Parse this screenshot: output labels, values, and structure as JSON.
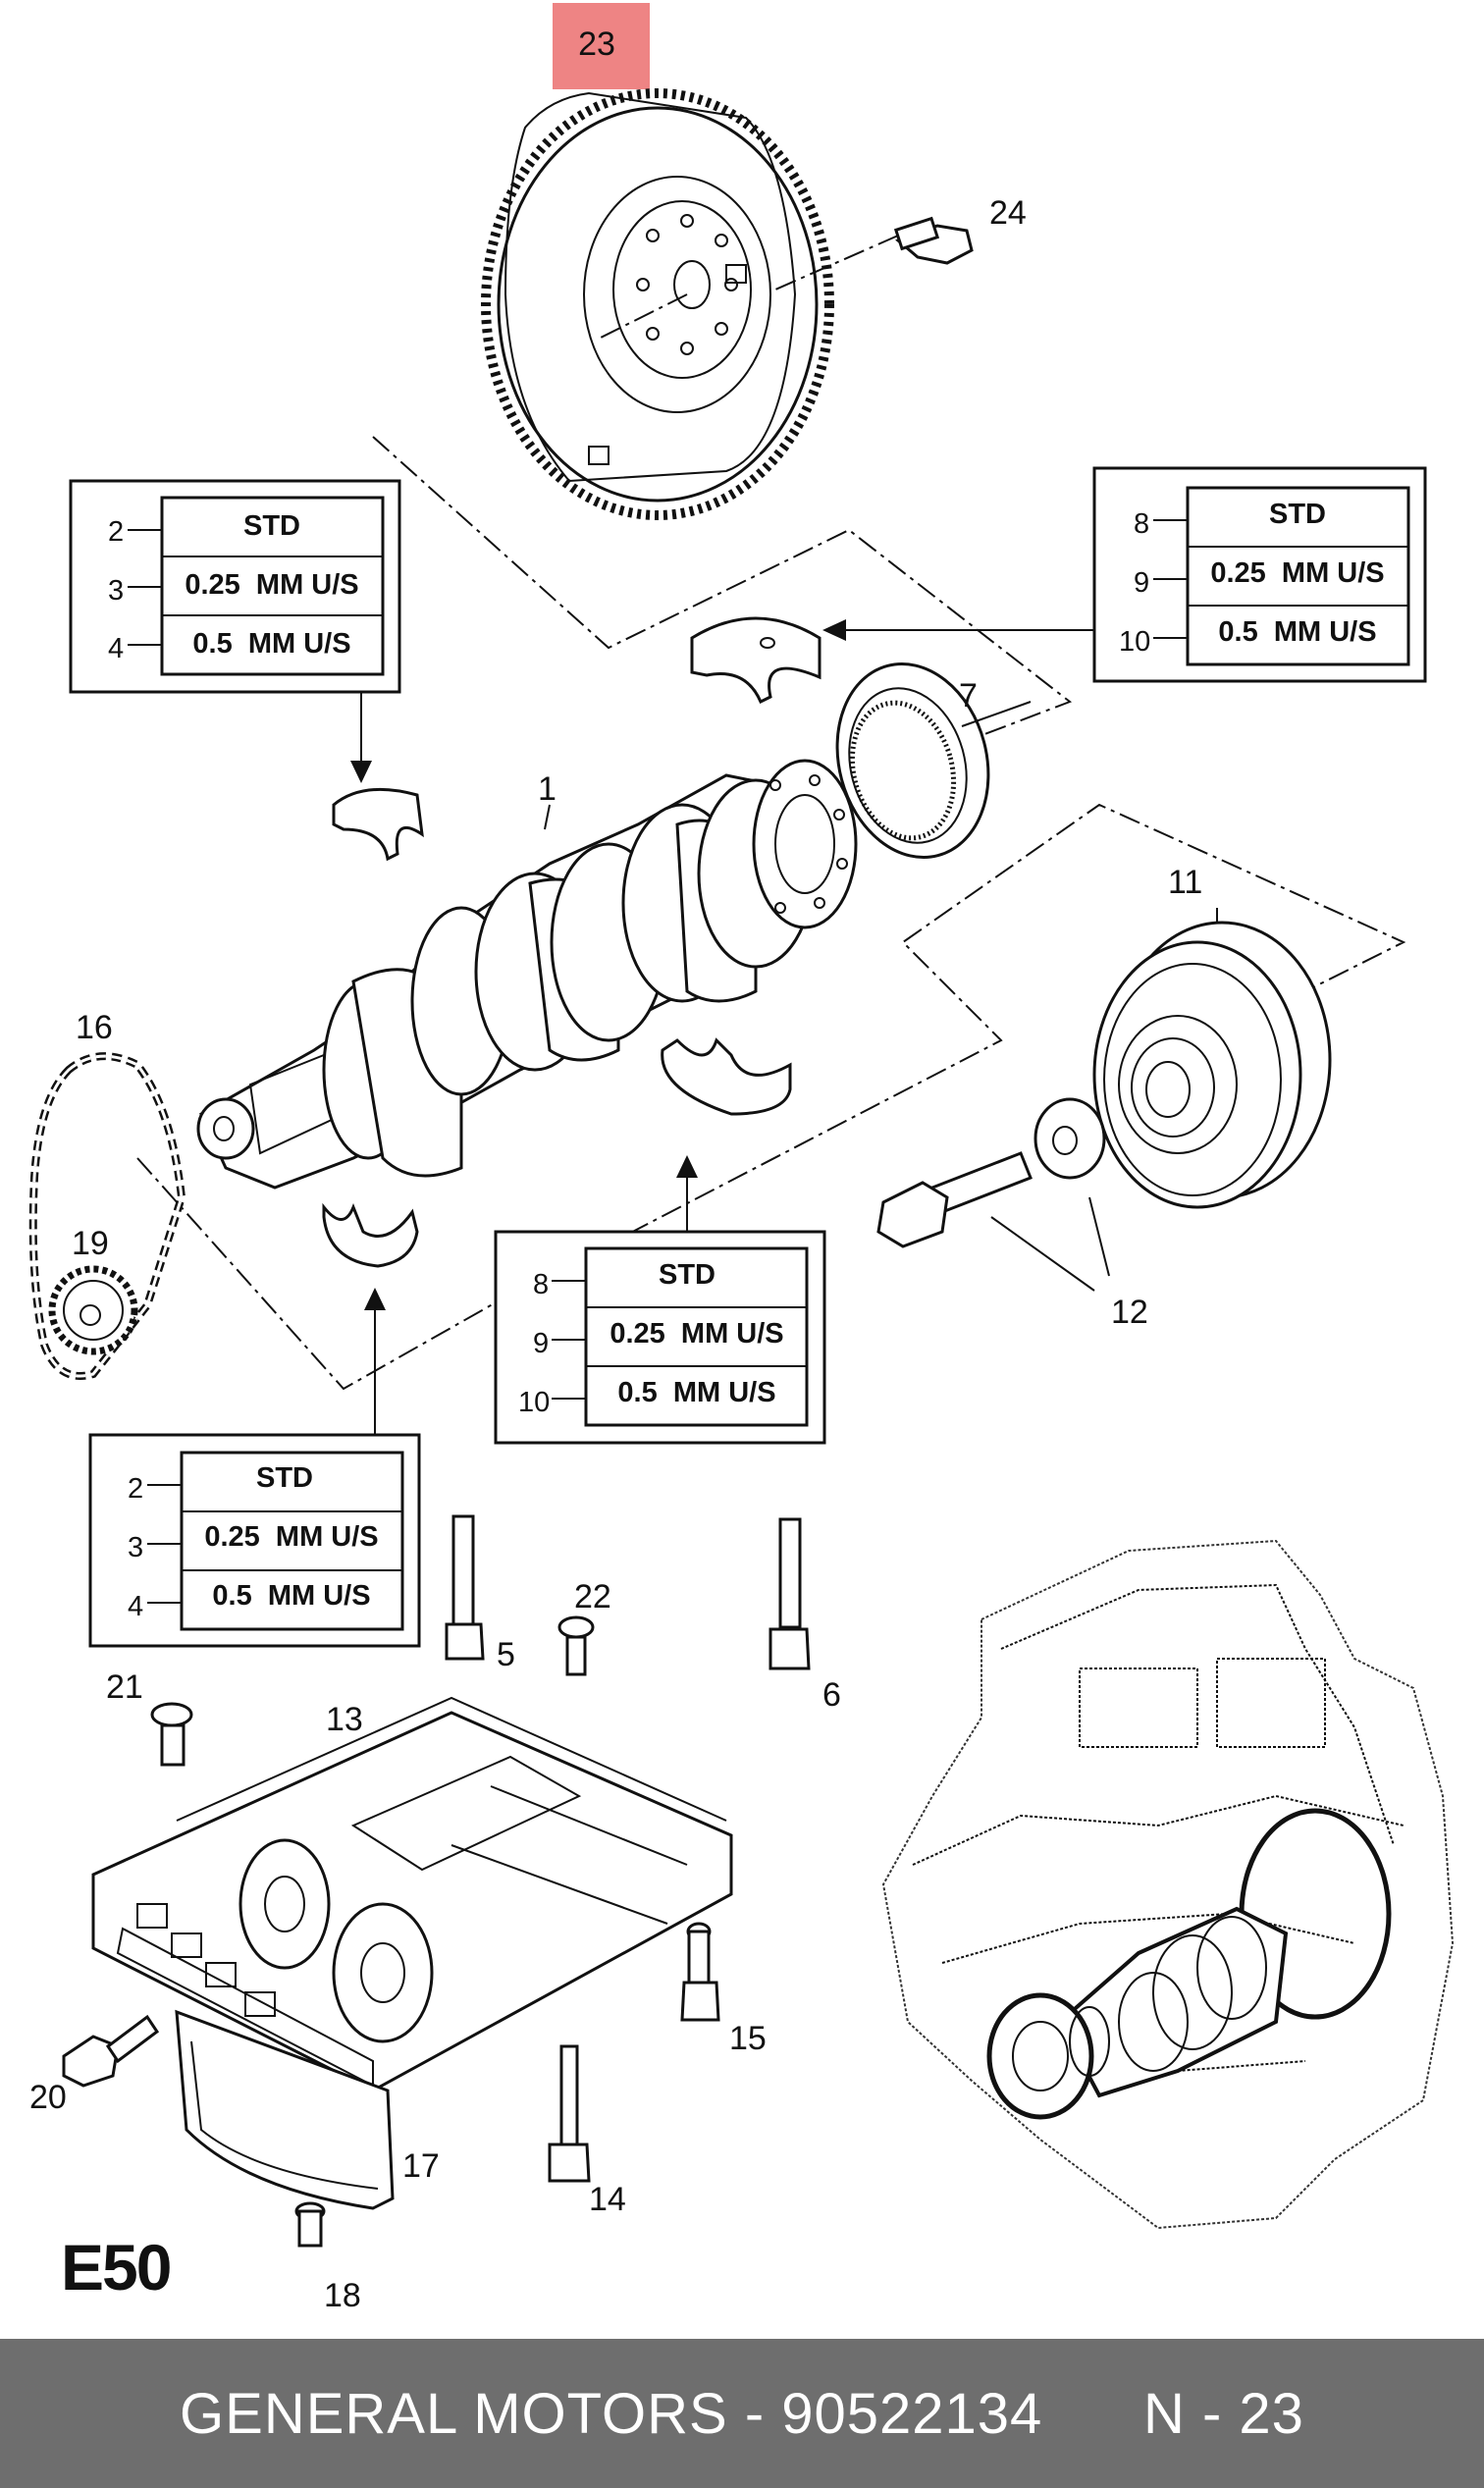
{
  "diagram_code": "E50",
  "footer": {
    "text": "GENERAL MOTORS - 90522134      N - 23"
  },
  "highlighted_part": "23",
  "colors": {
    "highlight": "#eb6e6e",
    "footer_bg": "#6e6e6e",
    "footer_text": "#ffffff",
    "lines": "#111111"
  },
  "callouts": {
    "c1": "1",
    "c5": "5",
    "c6": "6",
    "c7": "7",
    "c11": "11",
    "c12": "12",
    "c13": "13",
    "c14": "14",
    "c15": "15",
    "c16": "16",
    "c17": "17",
    "c18": "18",
    "c19": "19",
    "c20": "20",
    "c21": "21",
    "c22": "22",
    "c23": "23",
    "c24": "24"
  },
  "bearing_tables": {
    "top_left": {
      "rows": [
        {
          "num": "2",
          "label": "STD"
        },
        {
          "num": "3",
          "label": "0.25  MM U/S"
        },
        {
          "num": "4",
          "label": "0.5  MM U/S"
        }
      ]
    },
    "top_right": {
      "rows": [
        {
          "num": "8",
          "label": "STD"
        },
        {
          "num": "9",
          "label": "0.25  MM U/S"
        },
        {
          "num": "10",
          "label": "0.5  MM U/S"
        }
      ]
    },
    "middle": {
      "rows": [
        {
          "num": "8",
          "label": "STD"
        },
        {
          "num": "9",
          "label": "0.25  MM U/S"
        },
        {
          "num": "10",
          "label": "0.5  MM U/S"
        }
      ]
    },
    "bottom_left": {
      "rows": [
        {
          "num": "2",
          "label": "STD"
        },
        {
          "num": "3",
          "label": "0.25  MM U/S"
        },
        {
          "num": "4",
          "label": "0.5  MM U/S"
        }
      ]
    }
  }
}
